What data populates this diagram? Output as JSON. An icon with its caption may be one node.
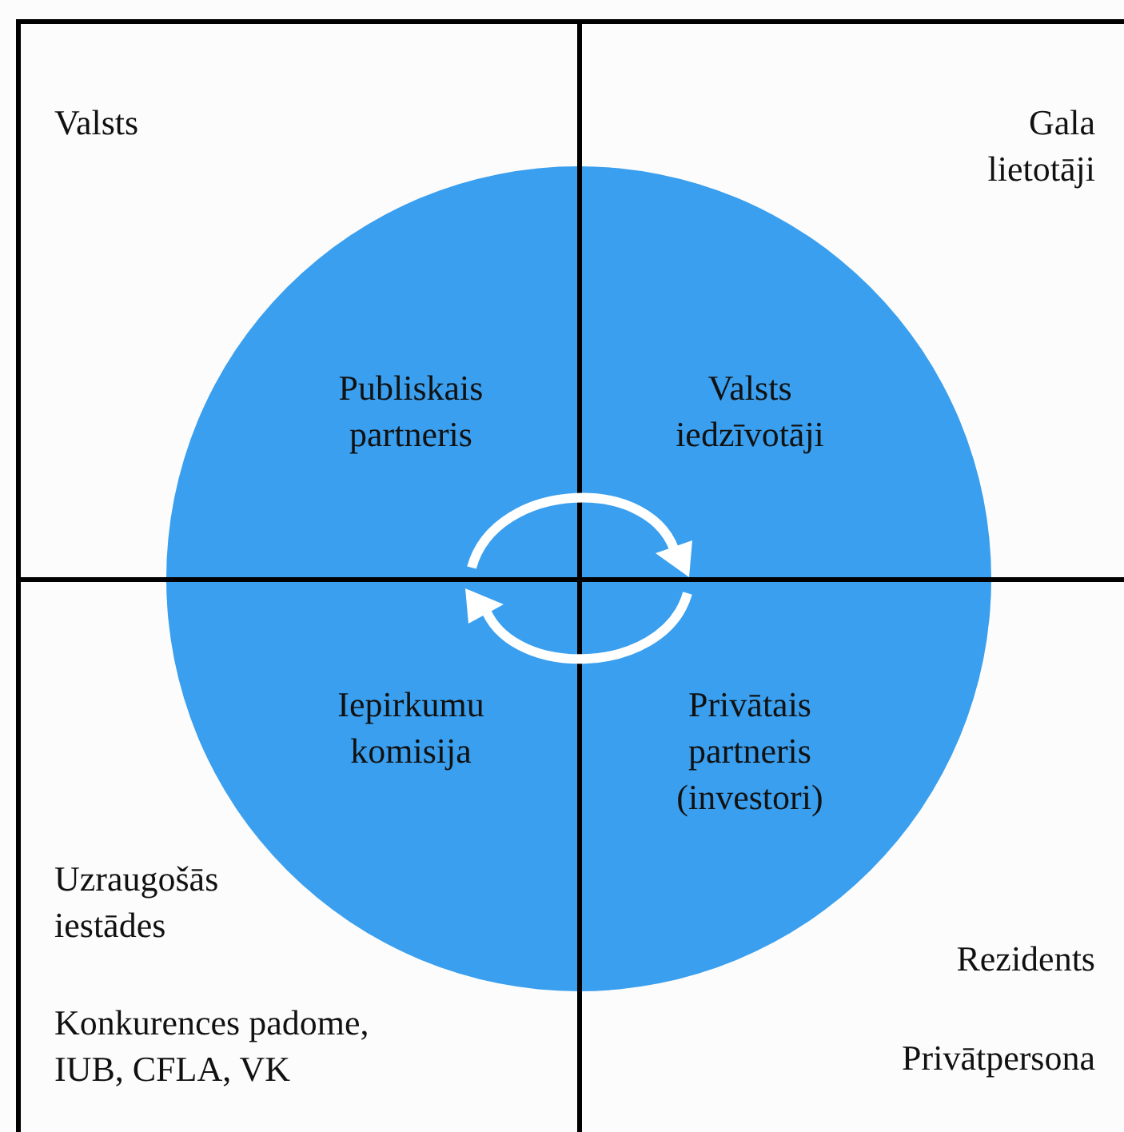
{
  "diagram": {
    "nodes": [
      {
        "text": [],
        "shape": "circle"
      },
      {
        "text": [
          "Publiskais partneris"
        ],
        "in": 0
      },
      {
        "text": [
          "Valsts iedzīvotāji"
        ],
        "in": 0
      },
      {
        "text": [
          "Iepirkumu komisija"
        ],
        "in": 0
      },
      {
        "text": [
          "Privātais partneris (investori)"
        ],
        "in": 0
      }
    ],
    "labels": [
      "Valsts",
      "Gala lietotāji",
      "Uzraugošās iestādes",
      "Rezidents",
      "Konkurences padome, IUB, CFLA, VK",
      "Privātpersona"
    ]
  }
}
